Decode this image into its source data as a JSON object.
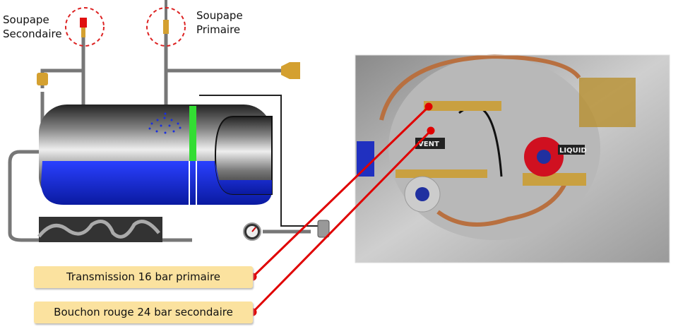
{
  "labels": {
    "secondary_valve": [
      "Soupape",
      "Secondaire"
    ],
    "primary_valve": [
      "Soupape",
      "Primaire"
    ]
  },
  "callouts": [
    {
      "text": "Transmission 16 bar primaire"
    },
    {
      "text": "Bouchon rouge 24 bar secondaire"
    }
  ],
  "photo": {
    "tags": [
      "VENT",
      "LIQUID"
    ]
  },
  "colors": {
    "liquid": "#1a2fe0",
    "callout": "#fbe29f",
    "pointer": "#e00000",
    "level": "#33dd33"
  }
}
